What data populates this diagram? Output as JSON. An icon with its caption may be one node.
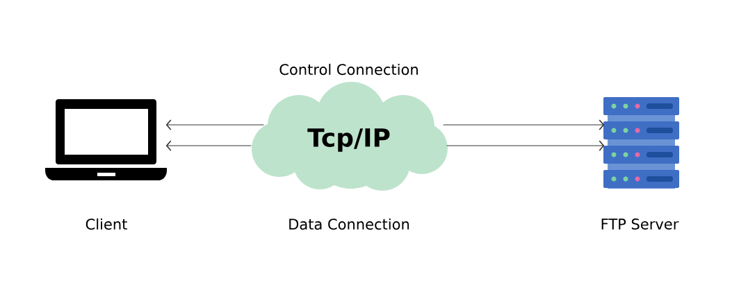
{
  "diagram": {
    "nodes": [
      {
        "text": [
          "Client"
        ]
      },
      {
        "text": [
          "Tcp/IP"
        ]
      },
      {
        "text": [
          "FTP Server"
        ]
      }
    ],
    "edges": [
      {
        "from": 1,
        "to": 0,
        "arrow": "to"
      },
      {
        "from": 1,
        "to": 0,
        "arrow": "to"
      },
      {
        "from": 1,
        "to": 2,
        "arrow": "to"
      },
      {
        "from": 1,
        "to": 2,
        "arrow": "to"
      }
    ],
    "labels": [
      "Control Connection",
      "Data Connection"
    ]
  }
}
